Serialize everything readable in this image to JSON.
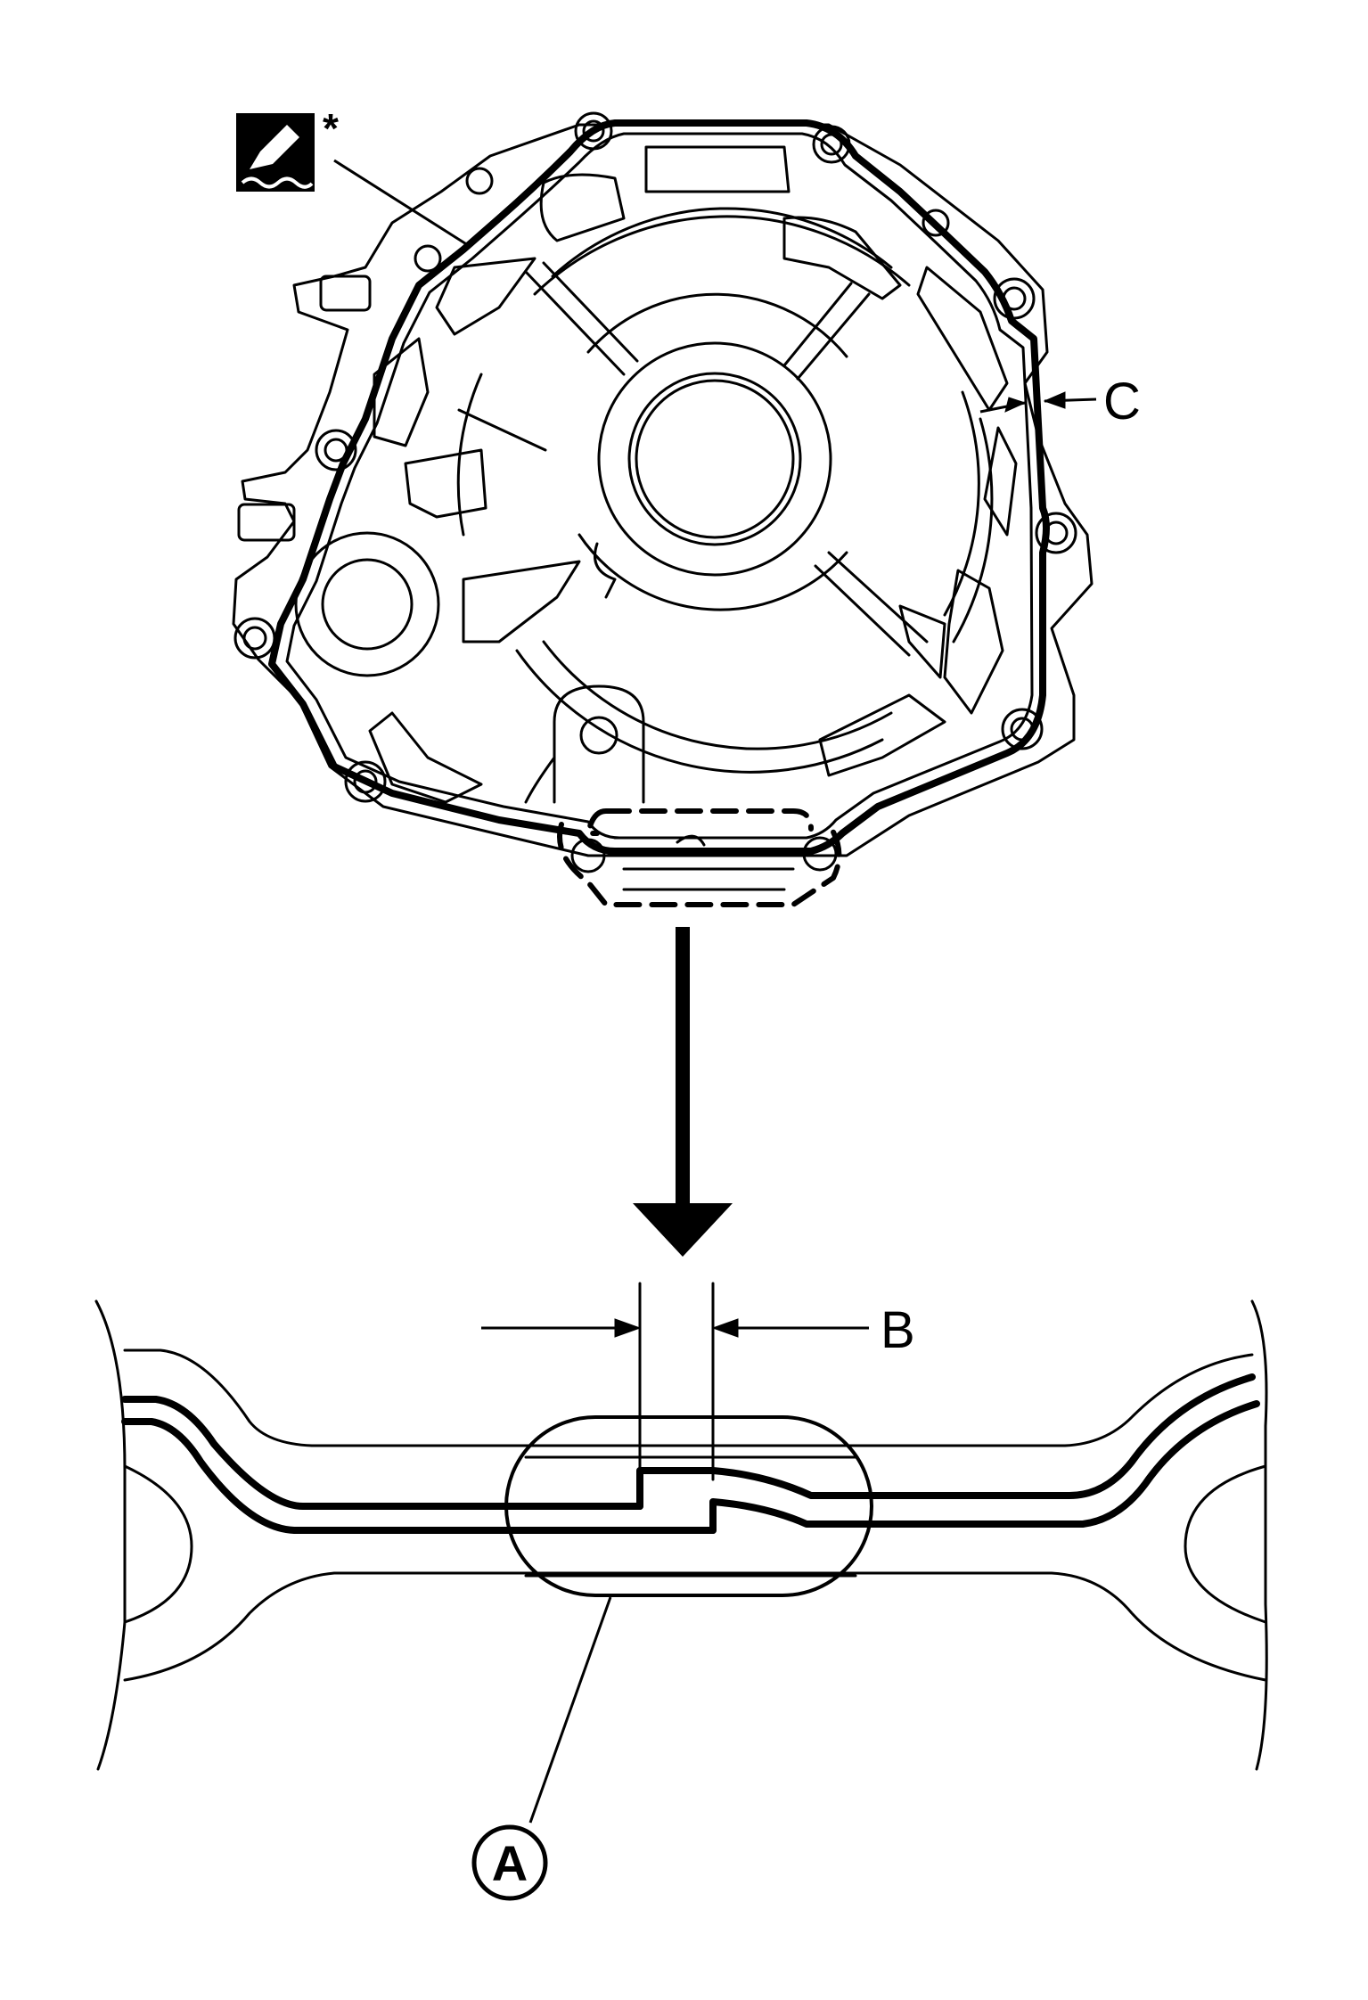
{
  "labels": {
    "asterisk": "*",
    "c": "C",
    "b": "B",
    "a": "A"
  },
  "icons": {
    "sealant": "sealant-tube-icon"
  },
  "colors": {
    "line": "#000000",
    "background": "#ffffff"
  }
}
